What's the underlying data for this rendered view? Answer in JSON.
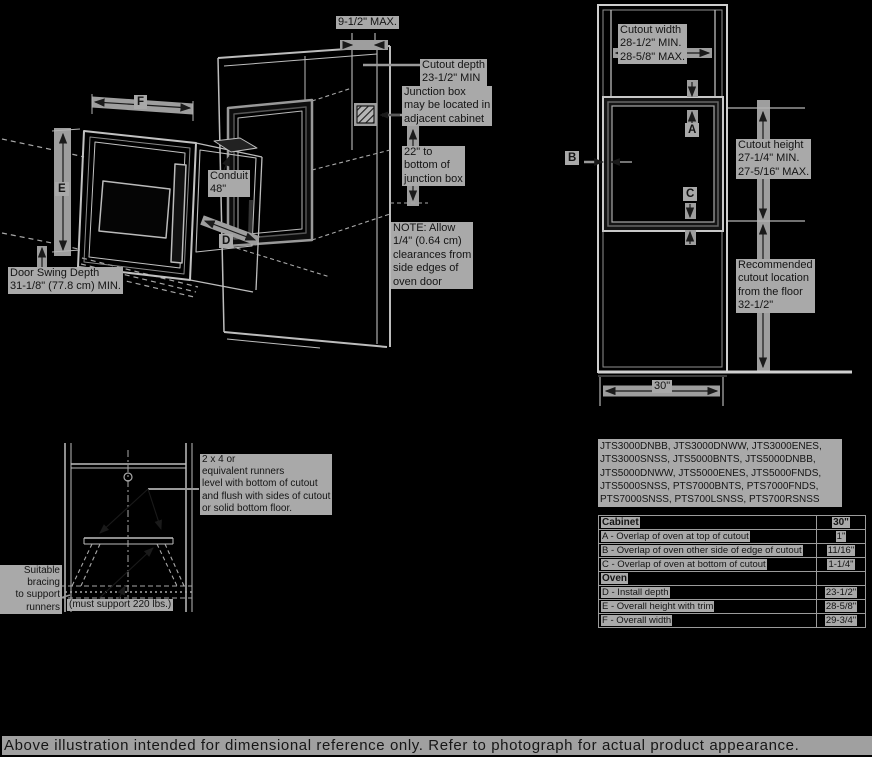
{
  "page": {
    "caption": "Above illustration intended for dimensional reference only. Refer to photograph for actual product appearance."
  },
  "left_diagram": {
    "dim_9_half": "9-1/2\" MAX.",
    "cutout_depth": "Cutout depth\n23-1/2\" MIN",
    "junction_box": "Junction box\nmay be located in\nadjacent cabinet",
    "junction_height": "22\" to\nbottom of\njunction box",
    "note": "NOTE: Allow\n1/4\" (0.64 cm)\nclearances from\nside edges of\noven door",
    "door_swing": "Door Swing Depth\n31-1/8\" (77.8 cm) MIN.",
    "conduit": "Conduit\n48\"",
    "label_e": "E",
    "label_f": "F",
    "label_d": "D"
  },
  "right_diagram": {
    "cutout_width": "Cutout width\n28-1/2\" MIN.\n28-5/8\" MAX.",
    "cutout_height": "Cutout height\n27-1/4\" MIN.\n27-5/16\" MAX.",
    "recommended": "Recommended\ncutout location\nfrom the floor\n32-1/2\"",
    "width_30": "30\"",
    "label_a": "A",
    "label_b": "B",
    "label_c": "C"
  },
  "runners_diagram": {
    "runners_note": "2 x 4 or\nequivalent runners\nlevel with bottom of cutout\nand flush with sides of cutout\nor solid bottom floor.",
    "bracing": "Suitable\nbracing\nto support\nrunners",
    "must_support": "(must support 220 lbs.)"
  },
  "models": "JTS3000DNBB, JTS3000DNWW, JTS3000ENES,\nJTS3000SNSS, JTS5000BNTS, JTS5000DNBB,\nJTS5000DNWW, JTS5000ENES, JTS5000FNDS,\nJTS5000SNSS, PTS7000BNTS, PTS7000FNDS,\nPTS7000SNSS, PTS700LSNSS, PTS700RSNSS",
  "spec_table": {
    "rows": [
      {
        "label": "Cabinet",
        "value": "30\"",
        "header": true
      },
      {
        "label": "A - Overlap of oven at top of cutout",
        "value": "1\"",
        "header": false
      },
      {
        "label": "B - Overlap of oven other side of edge of cutout",
        "value": "11/16\"",
        "header": false
      },
      {
        "label": "C - Overlap of oven at bottom of cutout",
        "value": "1-1/4\"",
        "header": false
      },
      {
        "label": "Oven",
        "value": "",
        "header": true
      },
      {
        "label": "D - Install depth",
        "value": "23-1/2\"",
        "header": false
      },
      {
        "label": "E - Overall height with trim",
        "value": "28-5/8\"",
        "header": false
      },
      {
        "label": "F - Overall width",
        "value": "29-3/4\"",
        "header": false
      }
    ]
  }
}
